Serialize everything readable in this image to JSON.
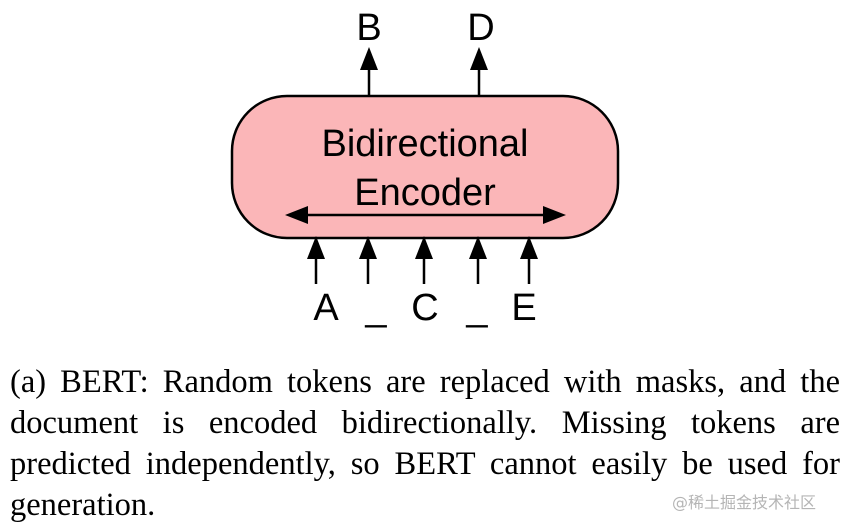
{
  "diagram": {
    "box_label_line1": "Bidirectional",
    "box_label_line2": "Encoder",
    "box_fill": "#fbb6b8",
    "stroke_color": "#000000",
    "outputs": [
      "B",
      "D"
    ],
    "inputs": [
      "A",
      "_",
      "C",
      "_",
      "E"
    ]
  },
  "caption": {
    "text": "(a) BERT: Random tokens are replaced with masks, and the document is encoded bidirectionally. Missing tokens are predicted independently, so BERT cannot easily be used for generation."
  },
  "watermark": {
    "text": "@稀土掘金技术社区"
  }
}
